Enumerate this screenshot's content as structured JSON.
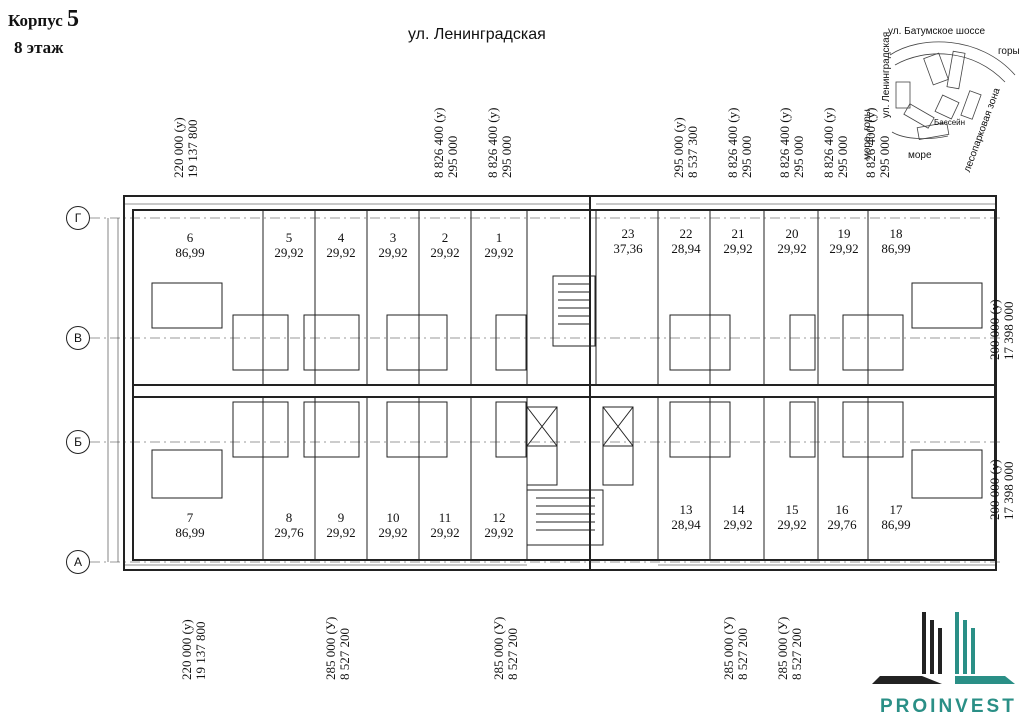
{
  "header": {
    "korpus_label": "Корпус",
    "korpus_number": "5",
    "floor": "8  этаж",
    "street_top": "ул. Ленинградская"
  },
  "axes": [
    "Г",
    "В",
    "Б",
    "А"
  ],
  "prices_top": [
    "220 000 (у)\n19 137 800",
    "8 826 400 (у)\n295 000",
    "8 826 400 (у)\n295 000",
    "295 000 (у)\n8 537 300",
    "8 826 400 (у)\n295 000",
    "8 826 400 (у)\n295 000",
    "8 826 400 (у)\n295 000",
    "8 826 400 (у)\n295 000"
  ],
  "prices_bottom": [
    "220 000 (у)\n19 137 800",
    "285 000 (У)\n8 527 200",
    "285 000 (У)\n8 527 200",
    "285 000 (У)\n8 527 200",
    "285 000 (У)\n8 527 200"
  ],
  "prices_right": [
    "200 000 (у)\n17 398 000",
    "200 000 (у)\n17 398 000"
  ],
  "apartments": [
    {
      "n": "6",
      "a": "86,99"
    },
    {
      "n": "5",
      "a": "29,92"
    },
    {
      "n": "4",
      "a": "29,92"
    },
    {
      "n": "3",
      "a": "29,92"
    },
    {
      "n": "2",
      "a": "29,92"
    },
    {
      "n": "1",
      "a": "29,92"
    },
    {
      "n": "23",
      "a": "37,36"
    },
    {
      "n": "22",
      "a": "28,94"
    },
    {
      "n": "21",
      "a": "29,92"
    },
    {
      "n": "20",
      "a": "29,92"
    },
    {
      "n": "19",
      "a": "29,92"
    },
    {
      "n": "18",
      "a": "86,99"
    },
    {
      "n": "7",
      "a": "86,99"
    },
    {
      "n": "8",
      "a": "29,76"
    },
    {
      "n": "9",
      "a": "29,92"
    },
    {
      "n": "10",
      "a": "29,92"
    },
    {
      "n": "11",
      "a": "29,92"
    },
    {
      "n": "12",
      "a": "29,92"
    },
    {
      "n": "13",
      "a": "28,94"
    },
    {
      "n": "14",
      "a": "29,92"
    },
    {
      "n": "15",
      "a": "29,92"
    },
    {
      "n": "16",
      "a": "29,76"
    },
    {
      "n": "17",
      "a": "86,99"
    }
  ],
  "site_plan": {
    "road": "ул. Батумское шоссе",
    "street": "ул. Ленинградская",
    "sea_mountains": "море, горы",
    "sea": "море",
    "mountains": "горы",
    "forest": "лесопарковая зона",
    "pool": "Бассейн"
  },
  "logo": {
    "text": "PROINVEST",
    "color": "#2a8f86"
  }
}
